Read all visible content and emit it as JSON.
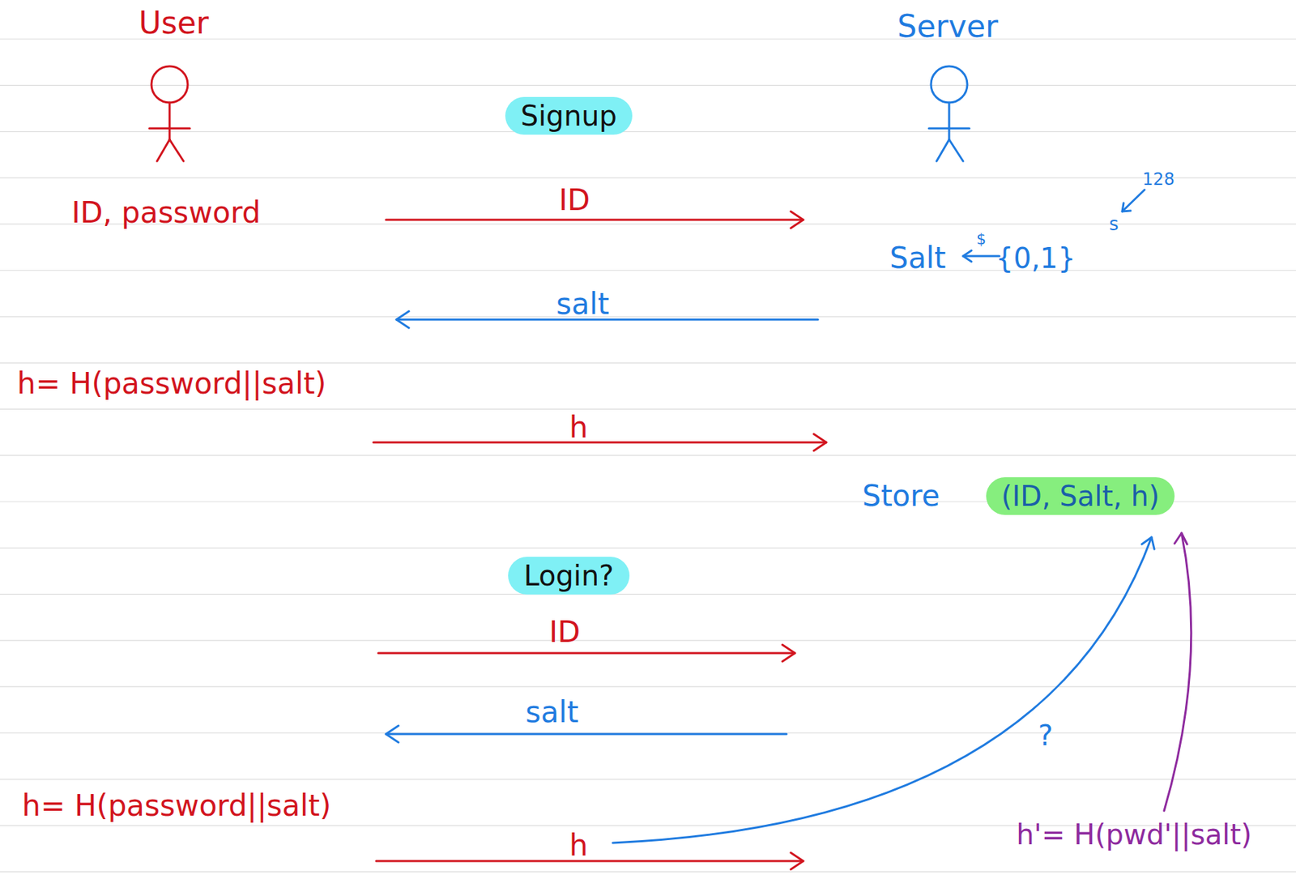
{
  "diagram": {
    "nodes": [
      {
        "text": [
          "Signup"
        ]
      },
      {
        "text": [
          "(ID, Salt, h)"
        ]
      },
      {
        "text": [
          "Login?"
        ]
      }
    ],
    "labels": [
      "User",
      "Server",
      "ID, password",
      "ID",
      "Salt",
      "$",
      "{0,1}",
      "s",
      "128",
      "salt",
      "h= H(password||salt)",
      "h",
      "ID",
      "salt",
      "h= H(password||salt)",
      "h",
      "?",
      "h'= H(pwd'||salt)",
      "Store"
    ]
  }
}
